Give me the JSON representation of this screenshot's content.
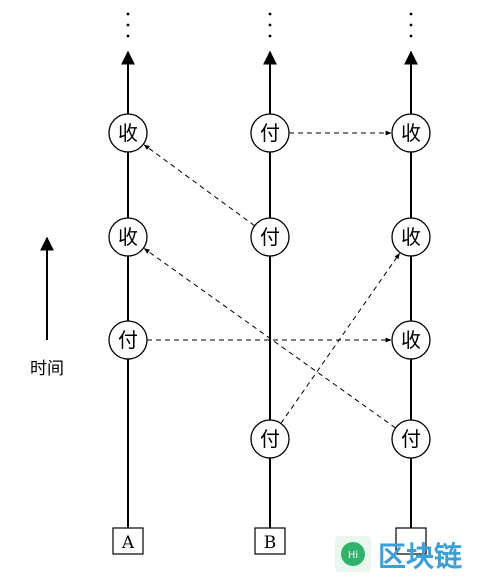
{
  "time_label": "时间",
  "processes": [
    {
      "id": "A",
      "label": "A"
    },
    {
      "id": "B",
      "label": "B"
    },
    {
      "id": "C",
      "label": ""
    }
  ],
  "events": [
    {
      "id": "a1",
      "process": "A",
      "label": "付"
    },
    {
      "id": "a2",
      "process": "A",
      "label": "收"
    },
    {
      "id": "a3",
      "process": "A",
      "label": "收"
    },
    {
      "id": "b1",
      "process": "B",
      "label": "付"
    },
    {
      "id": "b2",
      "process": "B",
      "label": "付"
    },
    {
      "id": "b3",
      "process": "B",
      "label": "付"
    },
    {
      "id": "c1",
      "process": "C",
      "label": "付"
    },
    {
      "id": "c2",
      "process": "C",
      "label": "收"
    },
    {
      "id": "c3",
      "process": "C",
      "label": "收"
    },
    {
      "id": "c4",
      "process": "C",
      "label": "收"
    }
  ],
  "messages": [
    {
      "from": "a1",
      "to": "c2"
    },
    {
      "from": "c1",
      "to": "a2"
    },
    {
      "from": "b1",
      "to": "c3"
    },
    {
      "from": "b2",
      "to": "a3"
    },
    {
      "from": "b3",
      "to": "c4"
    }
  ],
  "watermark": {
    "text": "区块链",
    "badge": "Hi"
  }
}
